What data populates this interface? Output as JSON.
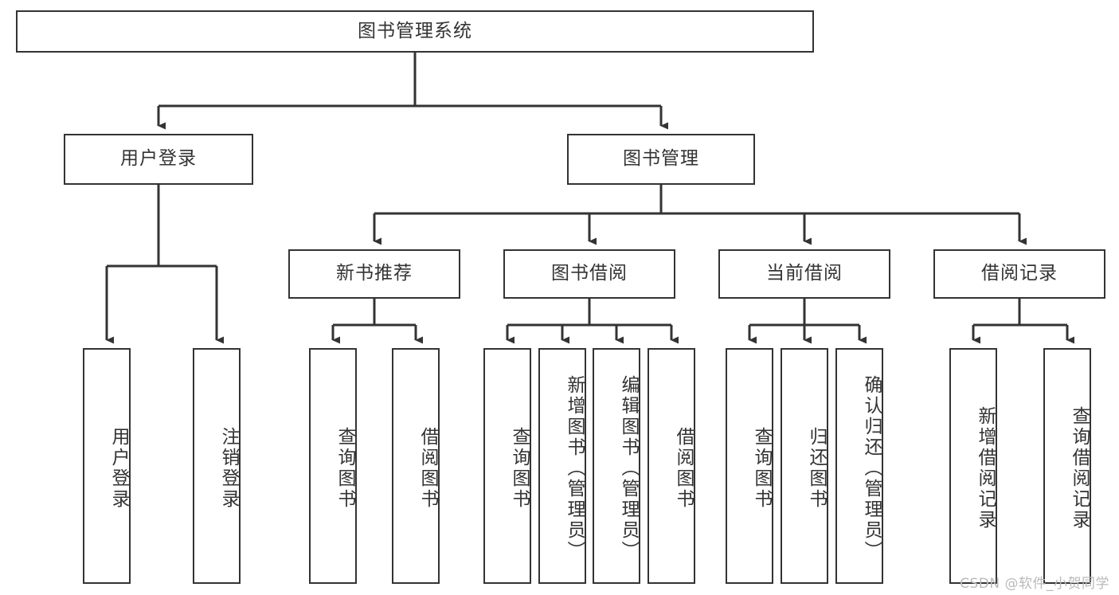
{
  "diagram": {
    "title": "图书管理系统",
    "type": "tree",
    "watermark": "CSDN @软件_小贺同学",
    "stroke_color": "#333333",
    "background_color": "#ffffff",
    "root": {
      "id": "root",
      "label": "图书管理系统"
    },
    "level2": [
      {
        "id": "user-login",
        "label": "用户登录"
      },
      {
        "id": "book-manage",
        "label": "图书管理"
      }
    ],
    "level3": [
      {
        "id": "new-book-recommend",
        "label": "新书推荐",
        "parent": "book-manage"
      },
      {
        "id": "book-borrow",
        "label": "图书借阅",
        "parent": "book-manage"
      },
      {
        "id": "current-borrow",
        "label": "当前借阅",
        "parent": "book-manage"
      },
      {
        "id": "borrow-record",
        "label": "借阅记录",
        "parent": "book-manage"
      }
    ],
    "leaves": [
      {
        "id": "leaf-user-login",
        "label": "用户登录",
        "parent": "user-login"
      },
      {
        "id": "leaf-logout-login",
        "label": "注销登录",
        "parent": "user-login"
      },
      {
        "id": "leaf-query-book-1",
        "label": "查询图书",
        "parent": "new-book-recommend"
      },
      {
        "id": "leaf-borrow-book-1",
        "label": "借阅图书",
        "parent": "new-book-recommend"
      },
      {
        "id": "leaf-query-book-2",
        "label": "查询图书",
        "parent": "book-borrow"
      },
      {
        "id": "leaf-add-book",
        "label": "新增图书（管理员）",
        "parent": "book-borrow"
      },
      {
        "id": "leaf-edit-book",
        "label": "编辑图书（管理员）",
        "parent": "book-borrow"
      },
      {
        "id": "leaf-borrow-book-2",
        "label": "借阅图书",
        "parent": "book-borrow"
      },
      {
        "id": "leaf-query-book-3",
        "label": "查询图书",
        "parent": "current-borrow"
      },
      {
        "id": "leaf-return-book",
        "label": "归还图书",
        "parent": "current-borrow"
      },
      {
        "id": "leaf-confirm-return",
        "label": "确认归还（管理员）",
        "parent": "current-borrow"
      },
      {
        "id": "leaf-add-record",
        "label": "新增借阅记录",
        "parent": "borrow-record"
      },
      {
        "id": "leaf-query-record",
        "label": "查询借阅记录",
        "parent": "borrow-record"
      }
    ]
  }
}
